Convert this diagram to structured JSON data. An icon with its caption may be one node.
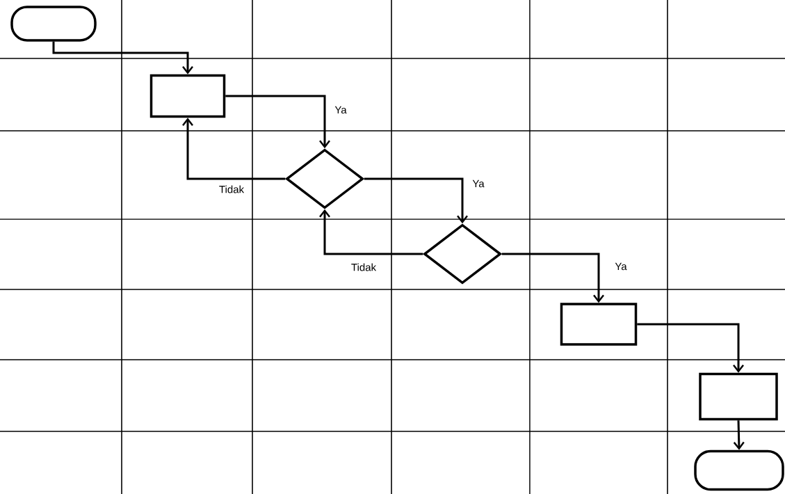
{
  "diagram": {
    "nodes": [
      {
        "text": [],
        "shape": "oval"
      },
      {
        "text": [],
        "shape": "box"
      },
      {
        "text": [],
        "shape": "diamond"
      },
      {
        "text": [],
        "shape": "diamond"
      },
      {
        "text": [],
        "shape": "box"
      },
      {
        "text": [],
        "shape": "box"
      },
      {
        "text": [],
        "shape": "oval"
      }
    ],
    "edges": [
      {
        "from": 0,
        "to": 1,
        "arrow": "to"
      },
      {
        "from": 1,
        "to": 2,
        "arrow": "to",
        "label": "Ya"
      },
      {
        "from": 2,
        "to": 1,
        "arrow": "to",
        "label": "Tidak"
      },
      {
        "from": 2,
        "to": 3,
        "arrow": "to",
        "label": "Ya"
      },
      {
        "from": 3,
        "to": 2,
        "arrow": "to",
        "label": "Tidak"
      },
      {
        "from": 3,
        "to": 4,
        "arrow": "to",
        "label": "Ya"
      },
      {
        "from": 4,
        "to": 5,
        "arrow": "to"
      },
      {
        "from": 5,
        "to": 6,
        "arrow": "to"
      }
    ]
  }
}
